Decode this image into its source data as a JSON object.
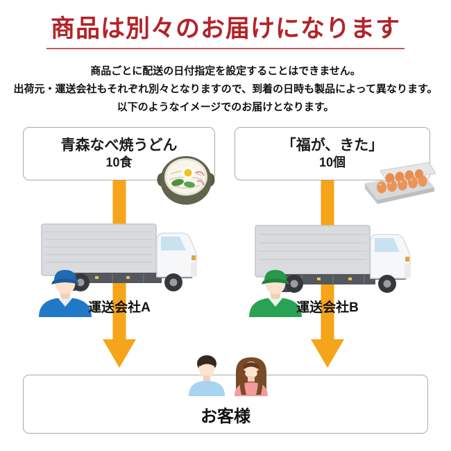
{
  "header": {
    "title": "商品は別々のお届けになります",
    "description": [
      "商品ごとに配送の日付指定を設定することはできません。",
      "出荷元・運送会社もそれぞれ別々となりますので、到着の日時も製品によって異なります。",
      "以下のようなイメージでのお届けとなります。"
    ]
  },
  "products": [
    {
      "name": "青森なべ焼うどん",
      "quantity": "10食",
      "icon": "udon-hotpot-icon"
    },
    {
      "name": "「福が、きた」",
      "quantity": "10個",
      "icon": "egg-carton-icon"
    }
  ],
  "carriers": [
    {
      "label": "運送会社A",
      "truck_icon": "delivery-truck-icon",
      "driver_icon": "driver-blue-icon"
    },
    {
      "label": "運送会社B",
      "truck_icon": "delivery-truck-icon",
      "driver_icon": "driver-green-icon"
    }
  ],
  "customer": {
    "label": "お客様",
    "icon": "couple-icon"
  },
  "colors": {
    "title_red": "#b32328",
    "underline_red": "#c25a55",
    "arrow_orange": "#f6a419",
    "box_border": "#a9a9a9",
    "truck_body_gray": "#d9dbde",
    "driver_a_blue": "#2079c6",
    "driver_b_green": "#2aa254",
    "man_shirt_blue": "#a8d4ef",
    "woman_shirt_pink": "#f19b9b"
  }
}
